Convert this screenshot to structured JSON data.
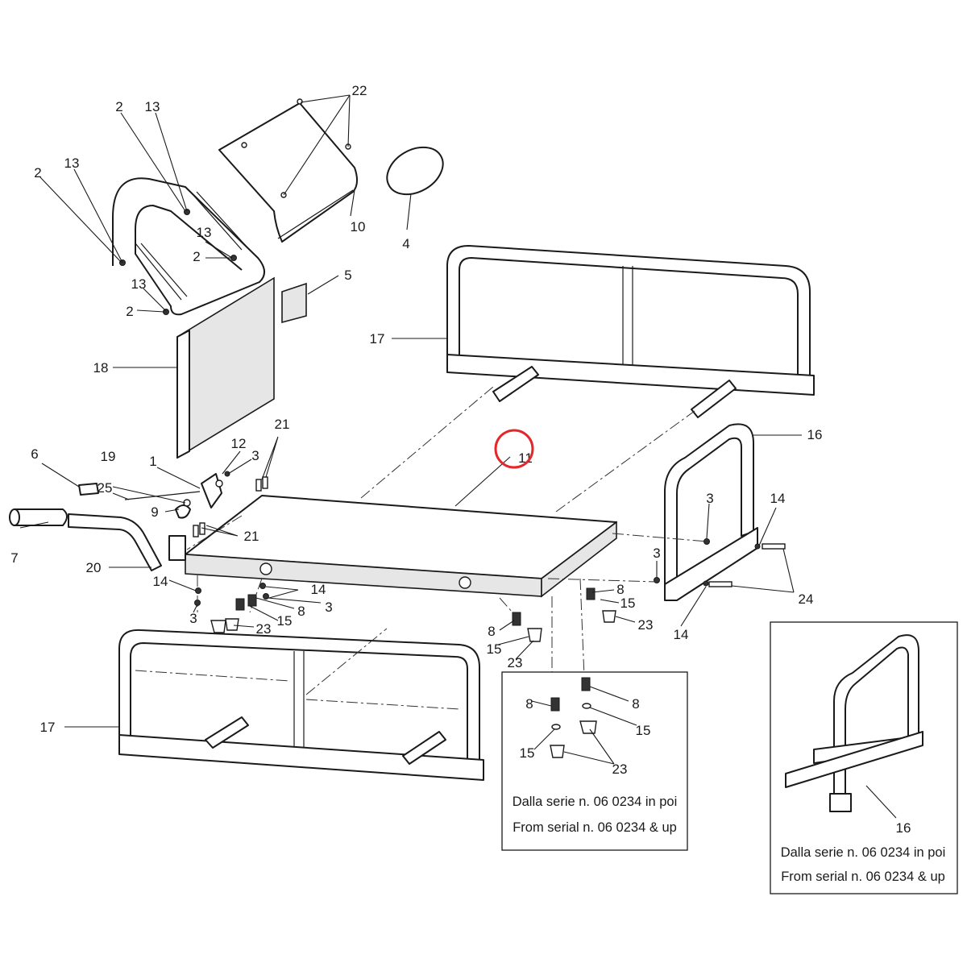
{
  "callouts": {
    "c1": "1",
    "c2a": "2",
    "c2b": "2",
    "c2c": "2",
    "c2d": "2",
    "c3a": "3",
    "c3b": "3",
    "c3c": "3",
    "c3d": "3",
    "c3e": "3",
    "c4": "4",
    "c5": "5",
    "c6": "6",
    "c7": "7",
    "c8a": "8",
    "c8b": "8",
    "c8c": "8",
    "c8d": "8",
    "c8e": "8",
    "c9": "9",
    "c10": "10",
    "c11": "11",
    "c12": "12",
    "c13a": "13",
    "c13b": "13",
    "c13c": "13",
    "c13d": "13",
    "c14a": "14",
    "c14b": "14",
    "c14c": "14",
    "c14d": "14",
    "c15a": "15",
    "c15b": "15",
    "c15c": "15",
    "c15d": "15",
    "c15e": "15",
    "c16a": "16",
    "c16b": "16",
    "c17a": "17",
    "c17b": "17",
    "c18": "18",
    "c19": "19",
    "c20": "20",
    "c21a": "21",
    "c21b": "21",
    "c22": "22",
    "c23a": "23",
    "c23b": "23",
    "c23c": "23",
    "c23d": "23",
    "c24": "24",
    "c25": "25"
  },
  "inset_hardware": {
    "note_it": "Dalla serie n. 06 0234 in poi",
    "note_en": "From serial n. 06 0234 & up"
  },
  "inset_frame": {
    "note_it": "Dalla serie n. 06 0234 in poi",
    "note_en": "From serial n. 06 0234 & up"
  },
  "highlight": {
    "color": "#e3272b",
    "target": "11"
  },
  "colors": {
    "line": "#1a1a1a",
    "panel_fill": "#e6e6e6",
    "background": "#ffffff"
  }
}
